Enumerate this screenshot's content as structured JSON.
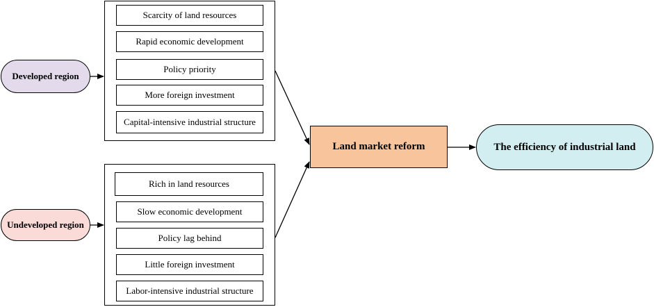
{
  "developed_region": {
    "label": "Developed region",
    "color": "#e3dbec",
    "factors": [
      "Scarcity of land resources",
      "Rapid economic development",
      "Policy priority",
      "More foreign investment",
      "Capital-intensive industrial structure"
    ]
  },
  "undeveloped_region": {
    "label": "Undeveloped region",
    "color": "#fadbd8",
    "factors": [
      "Rich in land resources",
      "Slow economic development",
      "Policy lag behind",
      "Little foreign investment",
      "Labor-intensive industrial structure"
    ]
  },
  "reform": {
    "label": "Land market reform",
    "color": "#f8c49c"
  },
  "outcome": {
    "label": "The efficiency of industrial land",
    "color": "#d3eef1"
  }
}
